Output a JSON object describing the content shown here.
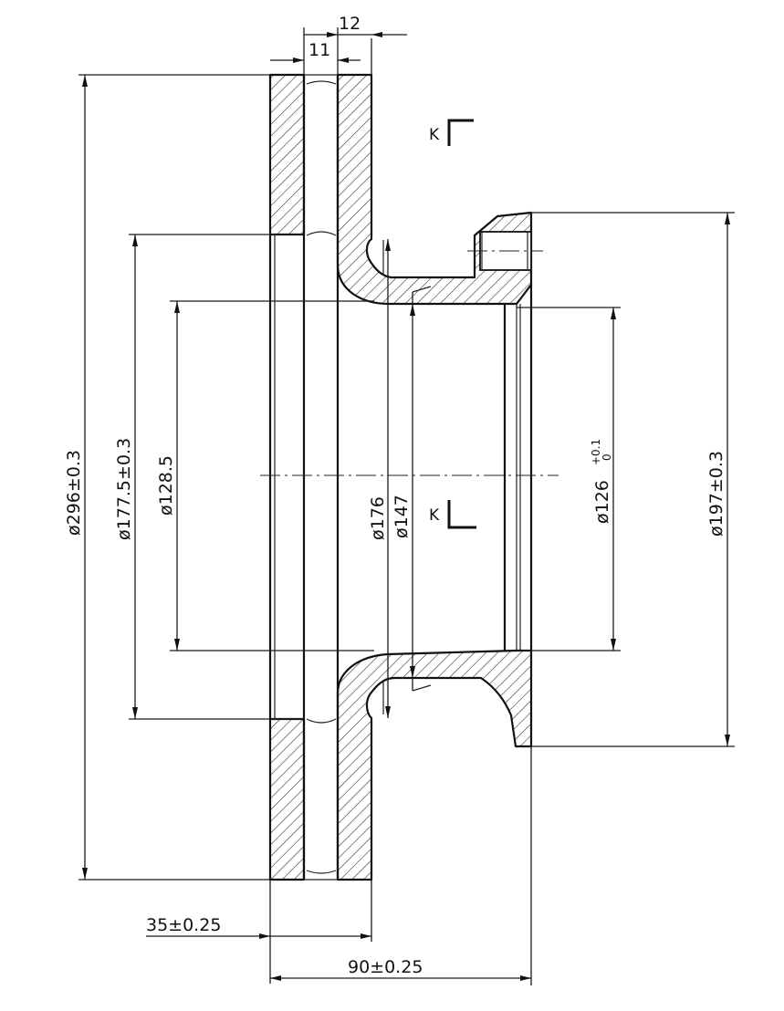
{
  "dimensions": {
    "top_width_outer": "12",
    "top_width_inner": "11",
    "dia_296": "ø296±0.3",
    "dia_177_5": "ø177.5±0.3",
    "dia_128_5": "ø128.5",
    "dia_176": "ø176",
    "dia_147": "ø147",
    "dia_126_base": "ø126",
    "dia_126_tol_upper": "+0.1",
    "dia_126_tol_lower": "0",
    "dia_197": "ø197±0.3",
    "width_35": "35±0.25",
    "width_90": "90±0.25"
  },
  "section_marks": {
    "top": "K",
    "middle": "K"
  }
}
